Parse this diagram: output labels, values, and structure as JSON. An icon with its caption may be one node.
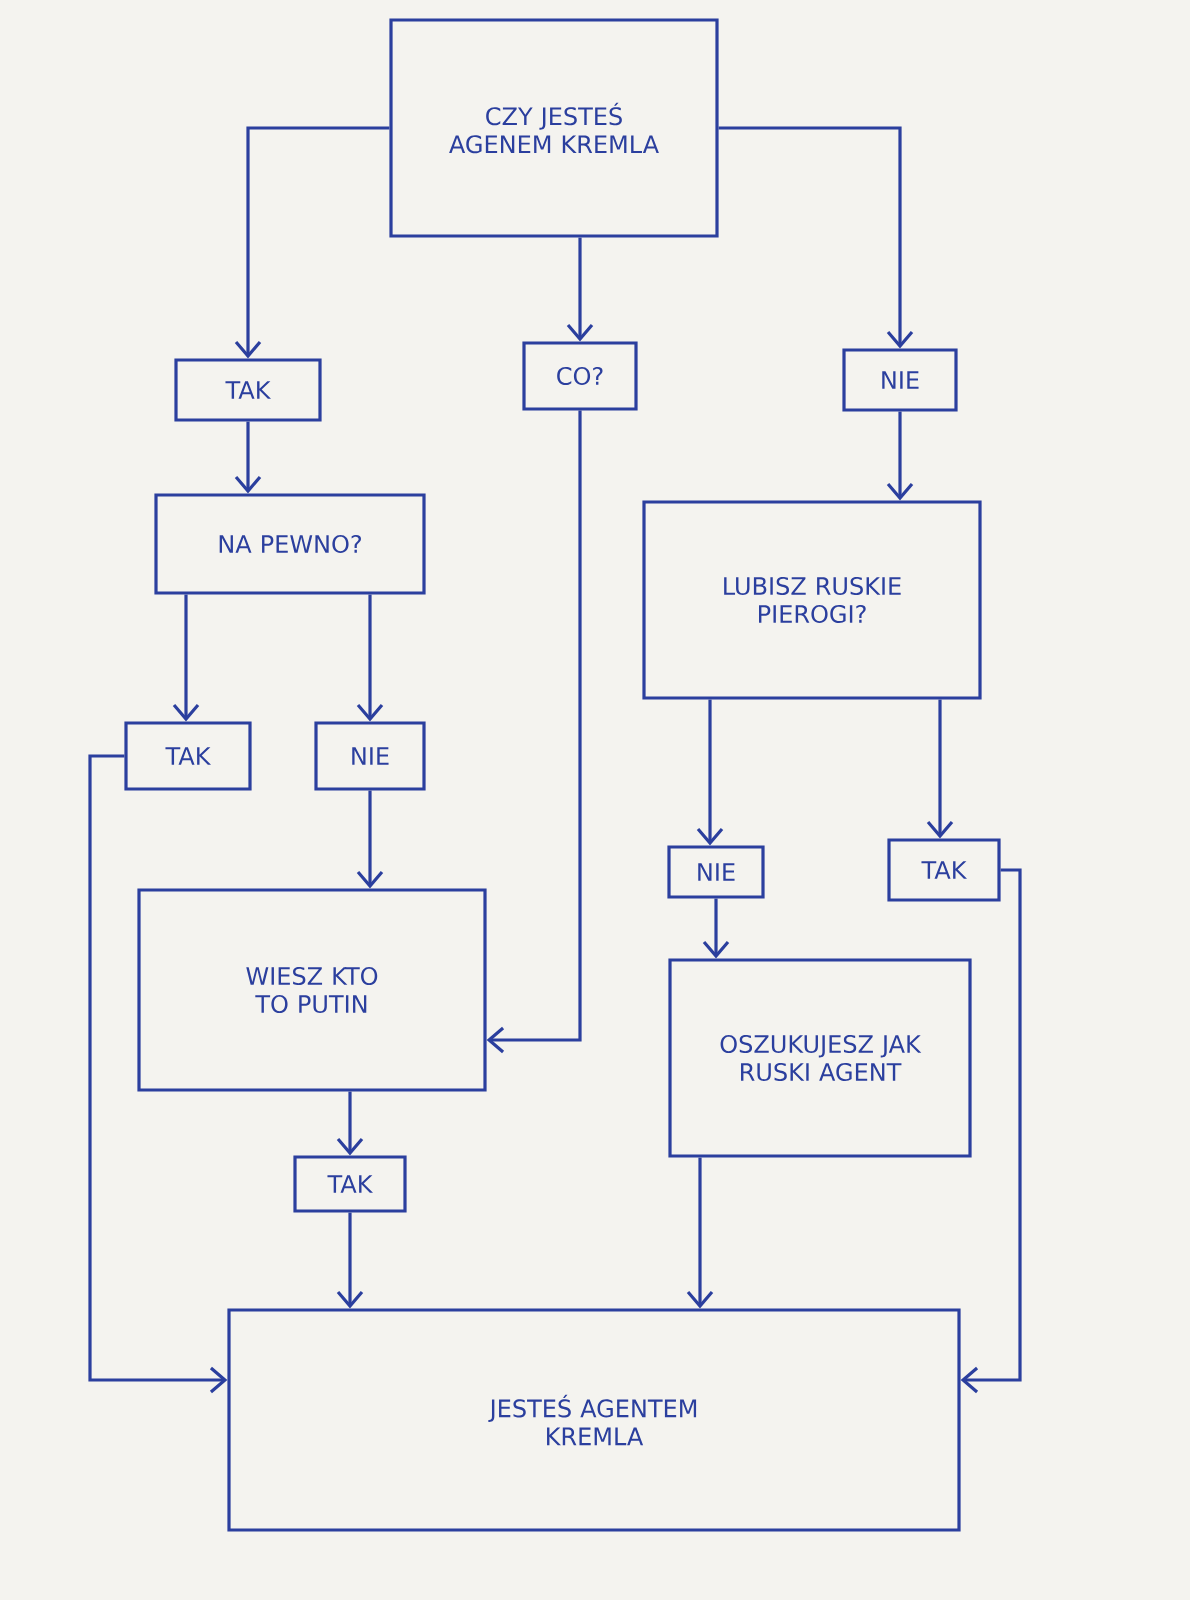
{
  "diagram": {
    "nodes": [
      {
        "text": [
          "CZY JESTEŚ AGENEM KREMLA"
        ]
      },
      {
        "text": [
          "TAK"
        ]
      },
      {
        "text": [
          "CO?"
        ]
      },
      {
        "text": [
          "NIE"
        ]
      },
      {
        "text": [
          "NA PEWNO?"
        ]
      },
      {
        "text": [
          "TAK"
        ]
      },
      {
        "text": [
          "NIE"
        ]
      },
      {
        "text": [
          "LUBISZ RUSKIE PIEROGI?"
        ]
      },
      {
        "text": [
          "NIE"
        ]
      },
      {
        "text": [
          "TAK"
        ]
      },
      {
        "text": [
          "WIESZ KTO TO PUTIN"
        ]
      },
      {
        "text": [
          "OSZUKUJESZ JAK RUSKI AGENT"
        ]
      },
      {
        "text": [
          "TAK"
        ]
      },
      {
        "text": [
          "JESTEŚ AGENTEM KREMLA"
        ]
      }
    ],
    "edges": [
      {
        "from": 0,
        "to": 1,
        "arrow": "to"
      },
      {
        "from": 0,
        "to": 2,
        "arrow": "to"
      },
      {
        "from": 0,
        "to": 3,
        "arrow": "to"
      },
      {
        "from": 1,
        "to": 4,
        "arrow": "to"
      },
      {
        "from": 3,
        "to": 7,
        "arrow": "to"
      },
      {
        "from": 4,
        "to": 5,
        "arrow": "to"
      },
      {
        "from": 4,
        "to": 6,
        "arrow": "to"
      },
      {
        "from": 7,
        "to": 8,
        "arrow": "to"
      },
      {
        "from": 7,
        "to": 9,
        "arrow": "to"
      },
      {
        "from": 6,
        "to": 10,
        "arrow": "to"
      },
      {
        "from": 2,
        "to": 10,
        "arrow": "to"
      },
      {
        "from": 8,
        "to": 11,
        "arrow": "to"
      },
      {
        "from": 10,
        "to": 12,
        "arrow": "to"
      },
      {
        "from": 12,
        "to": 13,
        "arrow": "to"
      },
      {
        "from": 5,
        "to": 13,
        "arrow": "to"
      },
      {
        "from": 11,
        "to": 13,
        "arrow": "to"
      },
      {
        "from": 9,
        "to": 13,
        "arrow": "to"
      }
    ]
  }
}
